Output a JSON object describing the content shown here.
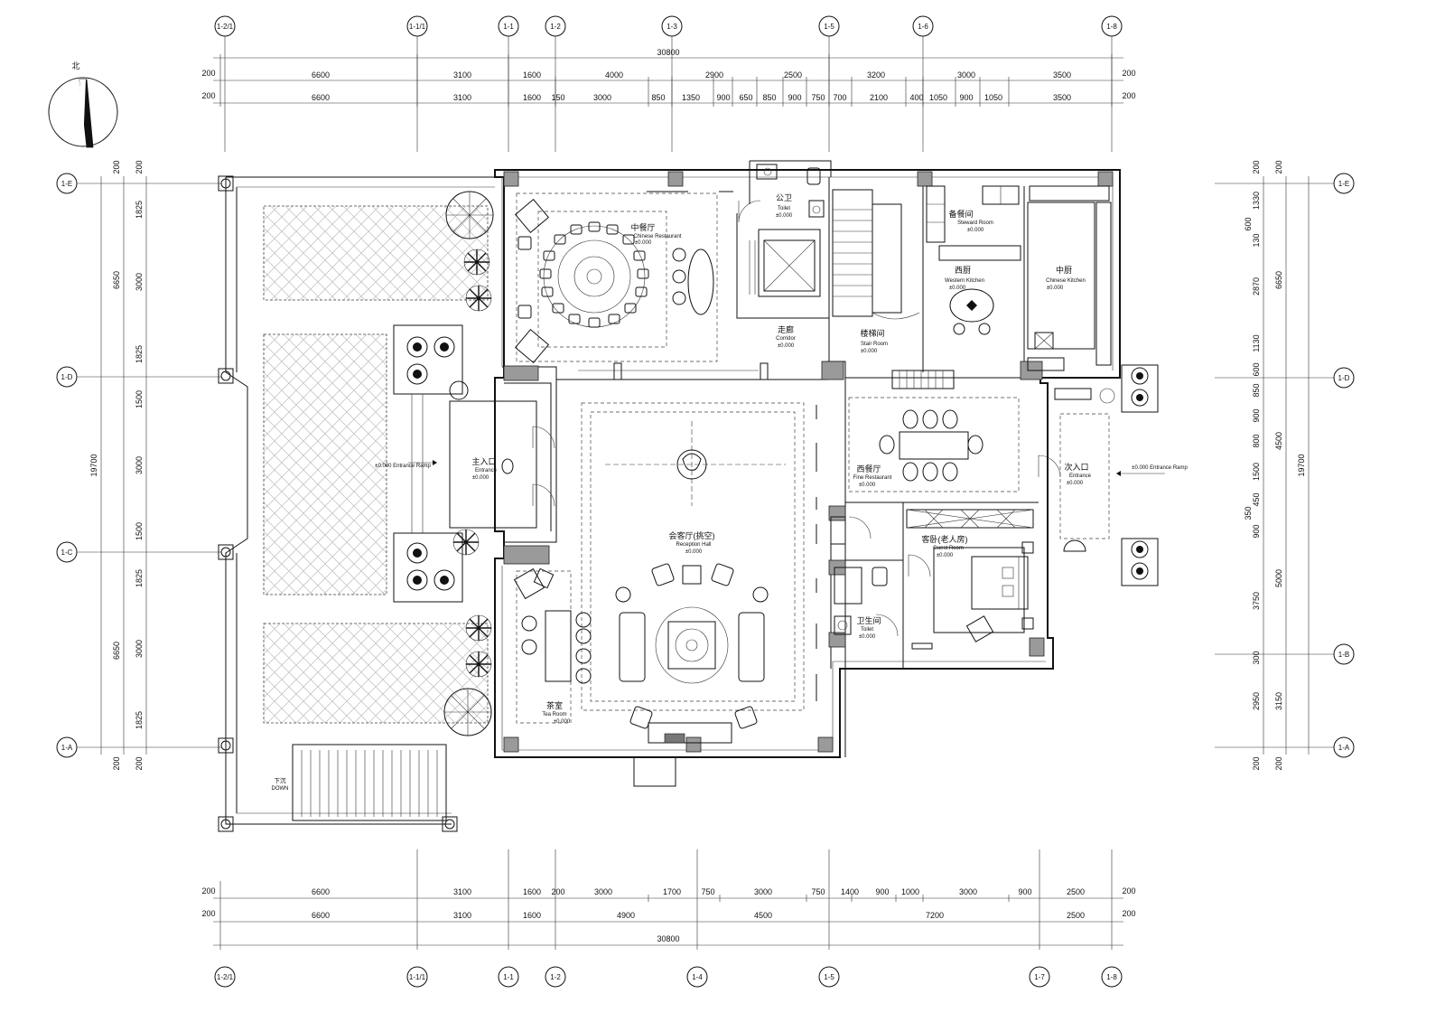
{
  "north_label": "北",
  "grid_top": [
    "1-2/1",
    "1-1/1",
    "1-1",
    "1-2",
    "1-3",
    "1-5",
    "1-6",
    "1-8"
  ],
  "grid_bottom": [
    "1-2/1",
    "1-1/1",
    "1-1",
    "1-2",
    "1-4",
    "1-5",
    "1-7",
    "1-8"
  ],
  "grid_left": [
    "1-E",
    "1-D",
    "1-C",
    "1-A"
  ],
  "grid_right": [
    "1-E",
    "1-D",
    "1-B",
    "1-A"
  ],
  "dims_top_total": "30800",
  "dims_top_row1": [
    "200",
    "6600",
    "3100",
    "1600",
    "4000",
    "2900",
    "2500",
    "3200",
    "3000",
    "3500",
    "200"
  ],
  "dims_top_row2": [
    "200",
    "6600",
    "3100",
    "1600",
    "150",
    "3000",
    "850",
    "1350",
    "900",
    "650",
    "850",
    "900",
    "750",
    "700",
    "2100",
    "400",
    "1050",
    "900",
    "1050",
    "3500",
    "200"
  ],
  "dims_bottom_row1": [
    "200",
    "6600",
    "3100",
    "1600",
    "200",
    "3000",
    "1700",
    "750",
    "3000",
    "750",
    "1400",
    "900",
    "1000",
    "3000",
    "900",
    "2500",
    "200"
  ],
  "dims_bottom_row2": [
    "200",
    "6600",
    "3100",
    "1600",
    "4900",
    "4500",
    "7200",
    "2500",
    "200"
  ],
  "dims_bottom_total": "30800",
  "dims_left_outer": [
    "200",
    "6650",
    "19700",
    "6650",
    "200"
  ],
  "dims_left_inner": [
    "200",
    "1825",
    "3000",
    "1825",
    "1500",
    "3000",
    "1500",
    "1825",
    "3000",
    "1825",
    "200"
  ],
  "dims_right_inner": [
    "200",
    "1330",
    "600",
    "130",
    "2870",
    "1130",
    "600",
    "850",
    "900",
    "800",
    "1500",
    "450",
    "350",
    "900",
    "3750",
    "300",
    "2950",
    "200"
  ],
  "dims_right_mid": [
    "200",
    "6650",
    "4500",
    "5000",
    "3150",
    "200"
  ],
  "dims_right_outer": "19700",
  "rooms": [
    {
      "id": "chinese-restaurant",
      "cn": "中餐厅",
      "en": "Chinese Restaurant",
      "level": "±0.000"
    },
    {
      "id": "toilet-north",
      "cn": "公卫",
      "en": "Toilet",
      "level": "±0.000"
    },
    {
      "id": "corridor",
      "cn": "走廊",
      "en": "Corridor",
      "level": "±0.000"
    },
    {
      "id": "stair-room",
      "cn": "楼梯间",
      "en": "Stair Room",
      "level": "±0.000"
    },
    {
      "id": "western-kitchen",
      "cn": "西厨",
      "en": "Western Kitchen",
      "level": "±0.000"
    },
    {
      "id": "chinese-kitchen",
      "cn": "中厨",
      "en": "Chinese Kitchen",
      "level": "±0.000"
    },
    {
      "id": "steward-room",
      "cn": "备餐间",
      "en": "Steward Room",
      "level": "±0.000"
    },
    {
      "id": "main-entrance",
      "cn": "主入口",
      "en": "Entrance",
      "level": "±0.000"
    },
    {
      "id": "reception-hall",
      "cn": "会客厅(挑空)",
      "en": "Reception Hall",
      "level": "±0.000"
    },
    {
      "id": "fine-restaurant",
      "cn": "西餐厅",
      "en": "Fine Restaurant",
      "level": "±0.000"
    },
    {
      "id": "side-entrance",
      "cn": "次入口",
      "en": "Entrance",
      "level": "±0.000"
    },
    {
      "id": "guest-room",
      "cn": "客卧(老人房)",
      "en": "Guest Room",
      "level": "±0.000"
    },
    {
      "id": "toilet-south",
      "cn": "卫生间",
      "en": "Toilet",
      "level": "±0.000"
    },
    {
      "id": "tea-room",
      "cn": "茶室",
      "en": "Tea Room",
      "level": "±0.000"
    }
  ],
  "yard_label": {
    "cn": "下沉",
    "en": "DOWN"
  },
  "ramp_labels": {
    "left": "±0.000 Entrance Ramp",
    "right": "±0.000 Entrance Ramp"
  }
}
